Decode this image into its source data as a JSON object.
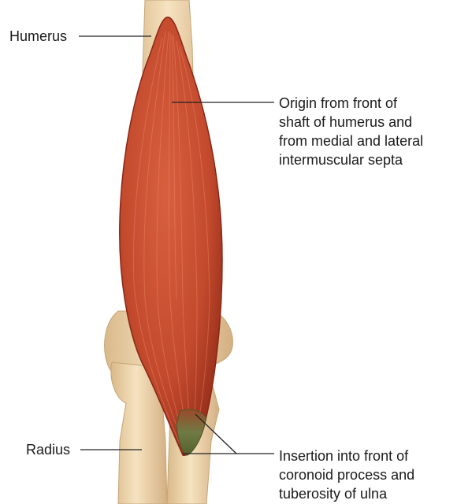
{
  "labels": {
    "humerus": "Humerus",
    "radius": "Radius",
    "origin": [
      "Origin from front of",
      "shaft of humerus and",
      "from medial and lateral",
      "intermuscular septa"
    ],
    "insertion": [
      "Insertion into front of",
      "coronoid process and",
      "tuberosity of ulna"
    ]
  },
  "colors": {
    "bone": "#f3dcb4",
    "bone_shadow": "#d9b98a",
    "muscle": "#c84a2e",
    "muscle_dark": "#9e2f1c",
    "tendon": "#6f7a44",
    "leader_line": "#222222"
  }
}
